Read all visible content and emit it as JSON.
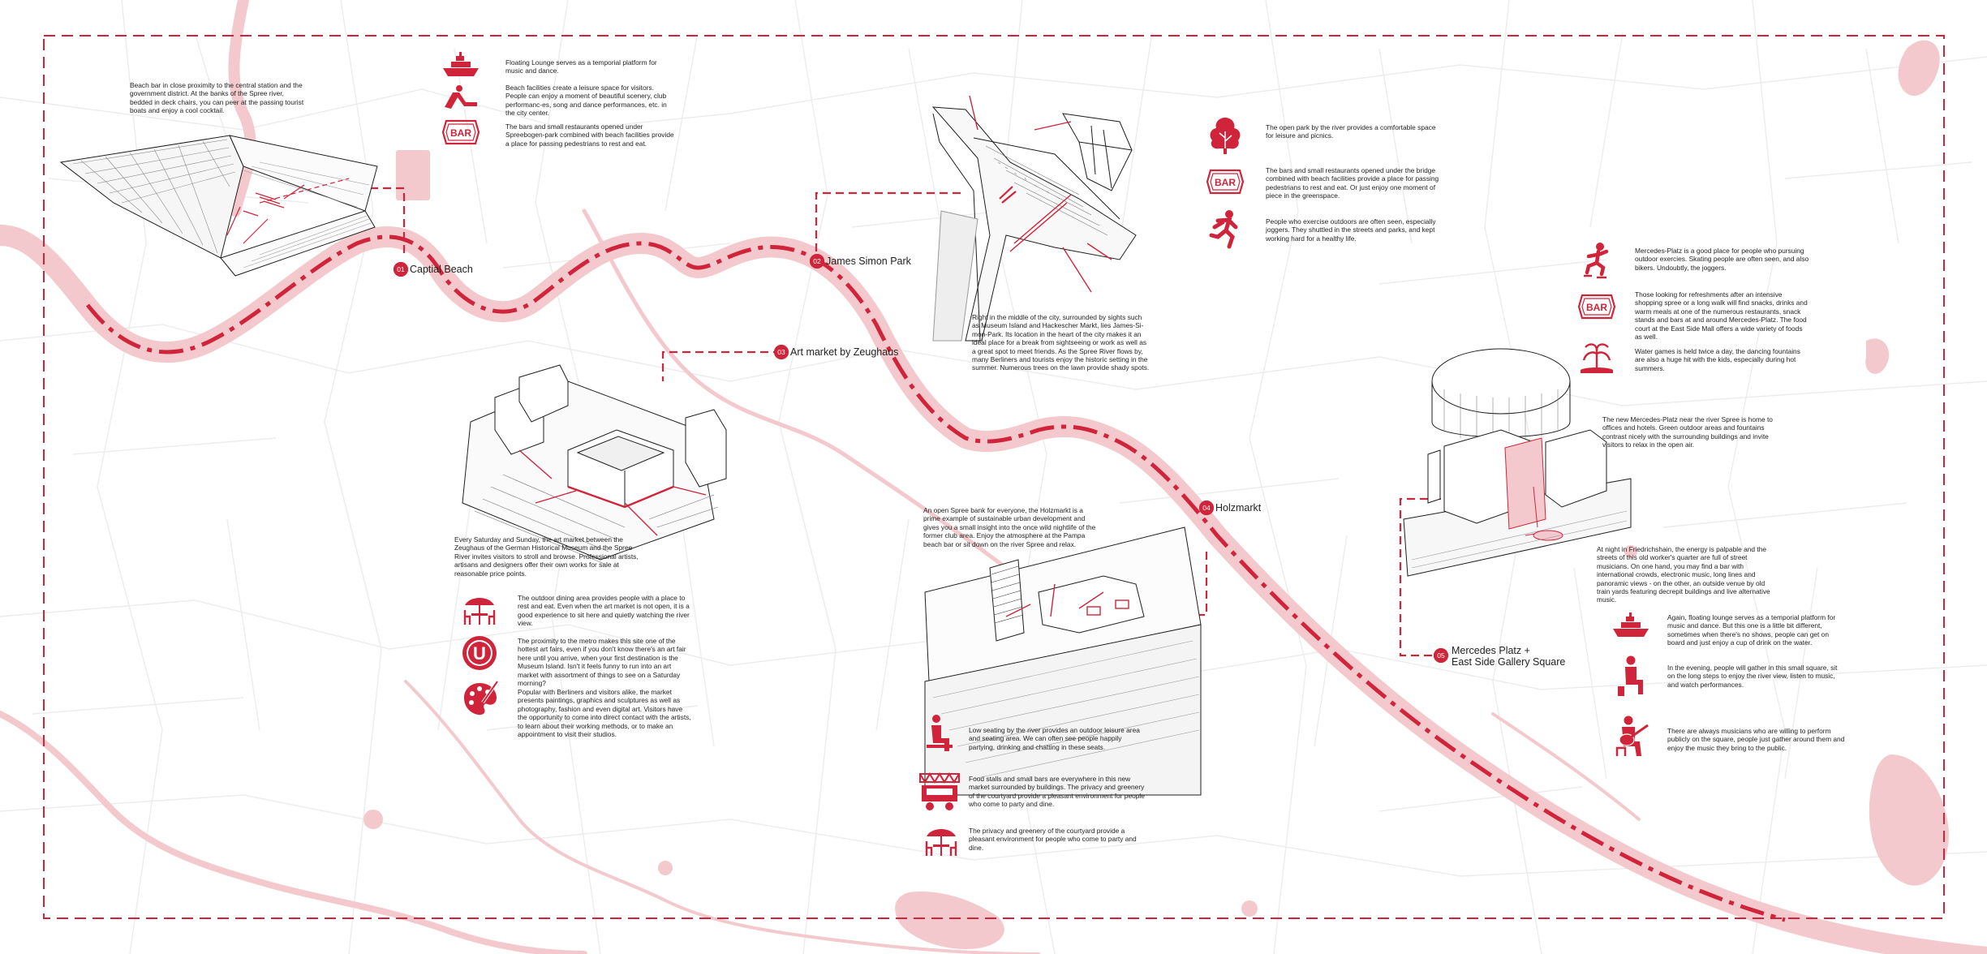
{
  "colors": {
    "accent": "#d0243a",
    "river": "#f4c9cd",
    "streets": "#ececec"
  },
  "stops": [
    {
      "num": "01",
      "label": "Captial Beach"
    },
    {
      "num": "02",
      "label": "James Simon Park"
    },
    {
      "num": "03",
      "label": "Art market by Zeughaus"
    },
    {
      "num": "04",
      "label": "Holzmarkt"
    },
    {
      "num": "05",
      "label": "Mercedes Platz +",
      "label2": "East Side Gallery Square"
    }
  ],
  "texts": {
    "capital_intro": "Beach bar in close proximity to the central station and the government district. At the banks of the Spree river, bedded in deck chairs, you can peer at the passing tourist boats and enjoy a cool cocktail.",
    "capital_1": "Floating Lounge serves as a temporial platform for music and dance.",
    "capital_2": "Beach facilities create a leisure space for visitors. People can enjoy a moment of beautiful scenery, club performanc-es, song and dance performances, etc. in the city center.",
    "capital_3": "The bars and small restaurants opened under Spreebogen-park combined with beach facilities provide a place for passing pedestrians to rest and eat.",
    "james_intro": "Right in the middle of the city, surrounded by sights such as Museum Island and Hackescher Markt, lies James-Si-mon-Park. Its location in the heart of the city makes it an ideal place for a break from sightseeing or work as well as a great spot to meet friends. As the Spree River flows by, many Berliners and tourists enjoy the historic setting in the summer. Numerous trees on the lawn provide shady spots.",
    "james_1": "The open park by the river provides a comfortable space for leisure and picnics.",
    "james_2": "The bars and small restaurants opened under the bridge combined with beach facilities provide a place for passing pedestrians to rest and eat. Or just enjoy one moment of piece in the greenspace.",
    "james_3": "People who exercise outdoors are often seen, especially joggers. They shuttled in the streets and parks, and kept working hard for a healthy life.",
    "art_intro": "Every Saturday and Sunday, the art market between the Zeughaus of the German Historical Museum and the Spree River invites visitors to stroll and browse. Professional artists, artisans and designers offer their own works for sale at reasonable price points.",
    "art_1": "The outdoor dining area provides people with a place to rest and eat. Even when the art market is not open, it is a good experience to sit here and quietly watching the river view.",
    "art_2": "The proximity to the metro makes this site one of the hottest art fairs, even if you don't know there's an art fair here until you arrive, when your first destination is the Museum Island. Isn't it feels funny to run into an art market with assortment of things to see on a Saturday morning?",
    "art_3": "Popular with Berliners and visitors alike, the market presents paintings, graphics and sculptures as well as photography, fashion and even digital art. Visitors have the opportunity to come into direct contact with the artists, to learn about their working methods, or to make an appointment to visit their studios.",
    "holz_intro": "An open Spree bank for everyone, the Holzmarkt is a prime example of sustainable urban development and gives you a small insight into the once wild nightlife of the former club area. Enjoy the atmosphere at the Pampa beach bar or sit down on the river Spree and relax.",
    "holz_1": "Low seating by the river provides an outdoor leisure area and seating area. We can often see people happily partying, drinking and chatting in these seats.",
    "holz_2": "Food stalls and small bars are everywhere in this new market surrounded by buildings. The privacy and greenery of the courtyard provide a pleasant environment for people who come to party and dine.",
    "holz_3": "The privacy and greenery of the courtyard provide a pleasant environment for people who come to party and dine.",
    "merc_1": "Mercedes-Platz is a good place for people who pursuing outdoor exercies. Skating people are often seen, and also bikers. Undoubtly, the joggers.",
    "merc_2": "Those looking for refreshments after an intensive shopping spree or a long walk will find snacks, drinks and warm meals at one of the numerous restaurants, snack stands and bars at and around Mercedes-Platz. The food court at the East Side Mall offers a wide variety of foods as well.",
    "merc_3": "Water games is held twice a day, the dancing fountains are also a huge hit with the kids, especially during hot summers.",
    "merc_intro": "The new Mercedes-Platz near the river Spree is home to offices and hotels. Green outdoor areas and fountains contrast nicely with the surrounding buildings and invite visitors to relax in the open air.",
    "east_intro": "At night in Friedrichshain, the energy is palpable and the streets of this old worker's quarter are full of street musicians. On one hand, you may find a bar with international crowds, electronic music, long lines and panoramic views - on the other, an outside venue by old train yards featuring decrepit buildings and live alternative music.",
    "east_1": "Again, floating lounge serves as a temporial platform for music and dance. But this one is a little bit different, sometimes when there's no shows, people can get on board and just enjoy a cup of drink on the water.",
    "east_2": "In the evening, people will gather in this small square, sit on the long steps to enjoy the river view, listen to music, and watch performances.",
    "east_3": "There are always musicians who are willing to perform publicly on the square, people just gather around them and enjoy the music they bring to the public."
  },
  "icons": {
    "boat": "boat-icon",
    "bar": "bar-sign-icon",
    "tree": "tree-icon",
    "runner": "runner-icon",
    "dining": "outdoor-dining-icon",
    "ubahn": "u-bahn-icon",
    "palette": "palette-icon",
    "seat": "seated-person-icon",
    "foodcart": "food-cart-icon",
    "skater": "skater-icon",
    "fountain": "fountain-icon",
    "guitar": "guitarist-icon"
  },
  "bar_sign_text": "BAR",
  "ubahn_letter": "U"
}
